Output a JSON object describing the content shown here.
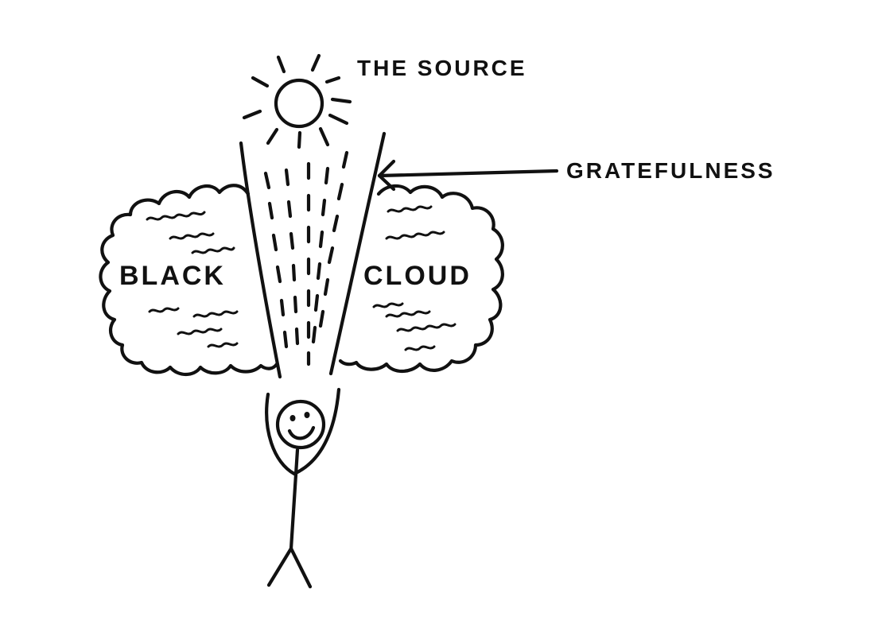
{
  "labels": {
    "source": "THE SOURCE",
    "gratefulness": "GRATEFULNESS",
    "cloud_left": "BLACK",
    "cloud_right": "CLOUD"
  },
  "colors": {
    "ink": "#111111",
    "background": "#ffffff"
  }
}
